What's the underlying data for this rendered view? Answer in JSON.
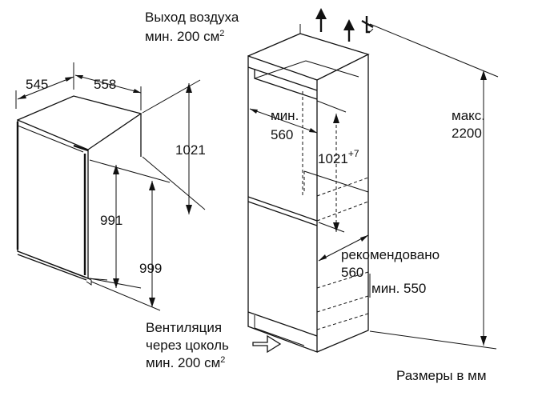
{
  "fridge": {
    "depth_label": "545",
    "width_label": "558",
    "height_label": "1021",
    "door_height_label": "991",
    "body_height_label": "999"
  },
  "niche": {
    "air_outlet_line1": "Выход воздуха",
    "air_outlet_line2": "мин. 200 см",
    "air_outlet_sup": "2",
    "min_width_line1": "мин.",
    "min_width_line2": "560",
    "niche_height_label": "1021",
    "niche_height_sup": "+7",
    "max_label_line1": "макс.",
    "max_label_line2": "2200",
    "recommended_line1": "рекомендовано",
    "recommended_line2": "560",
    "min_depth_label": "мин. 550",
    "ventilation_line1": "Вентиляция",
    "ventilation_line2": "через цоколь",
    "ventilation_line3": "мин. 200 см",
    "ventilation_sup": "2"
  },
  "footer": {
    "units_label": "Размеры в мм"
  }
}
